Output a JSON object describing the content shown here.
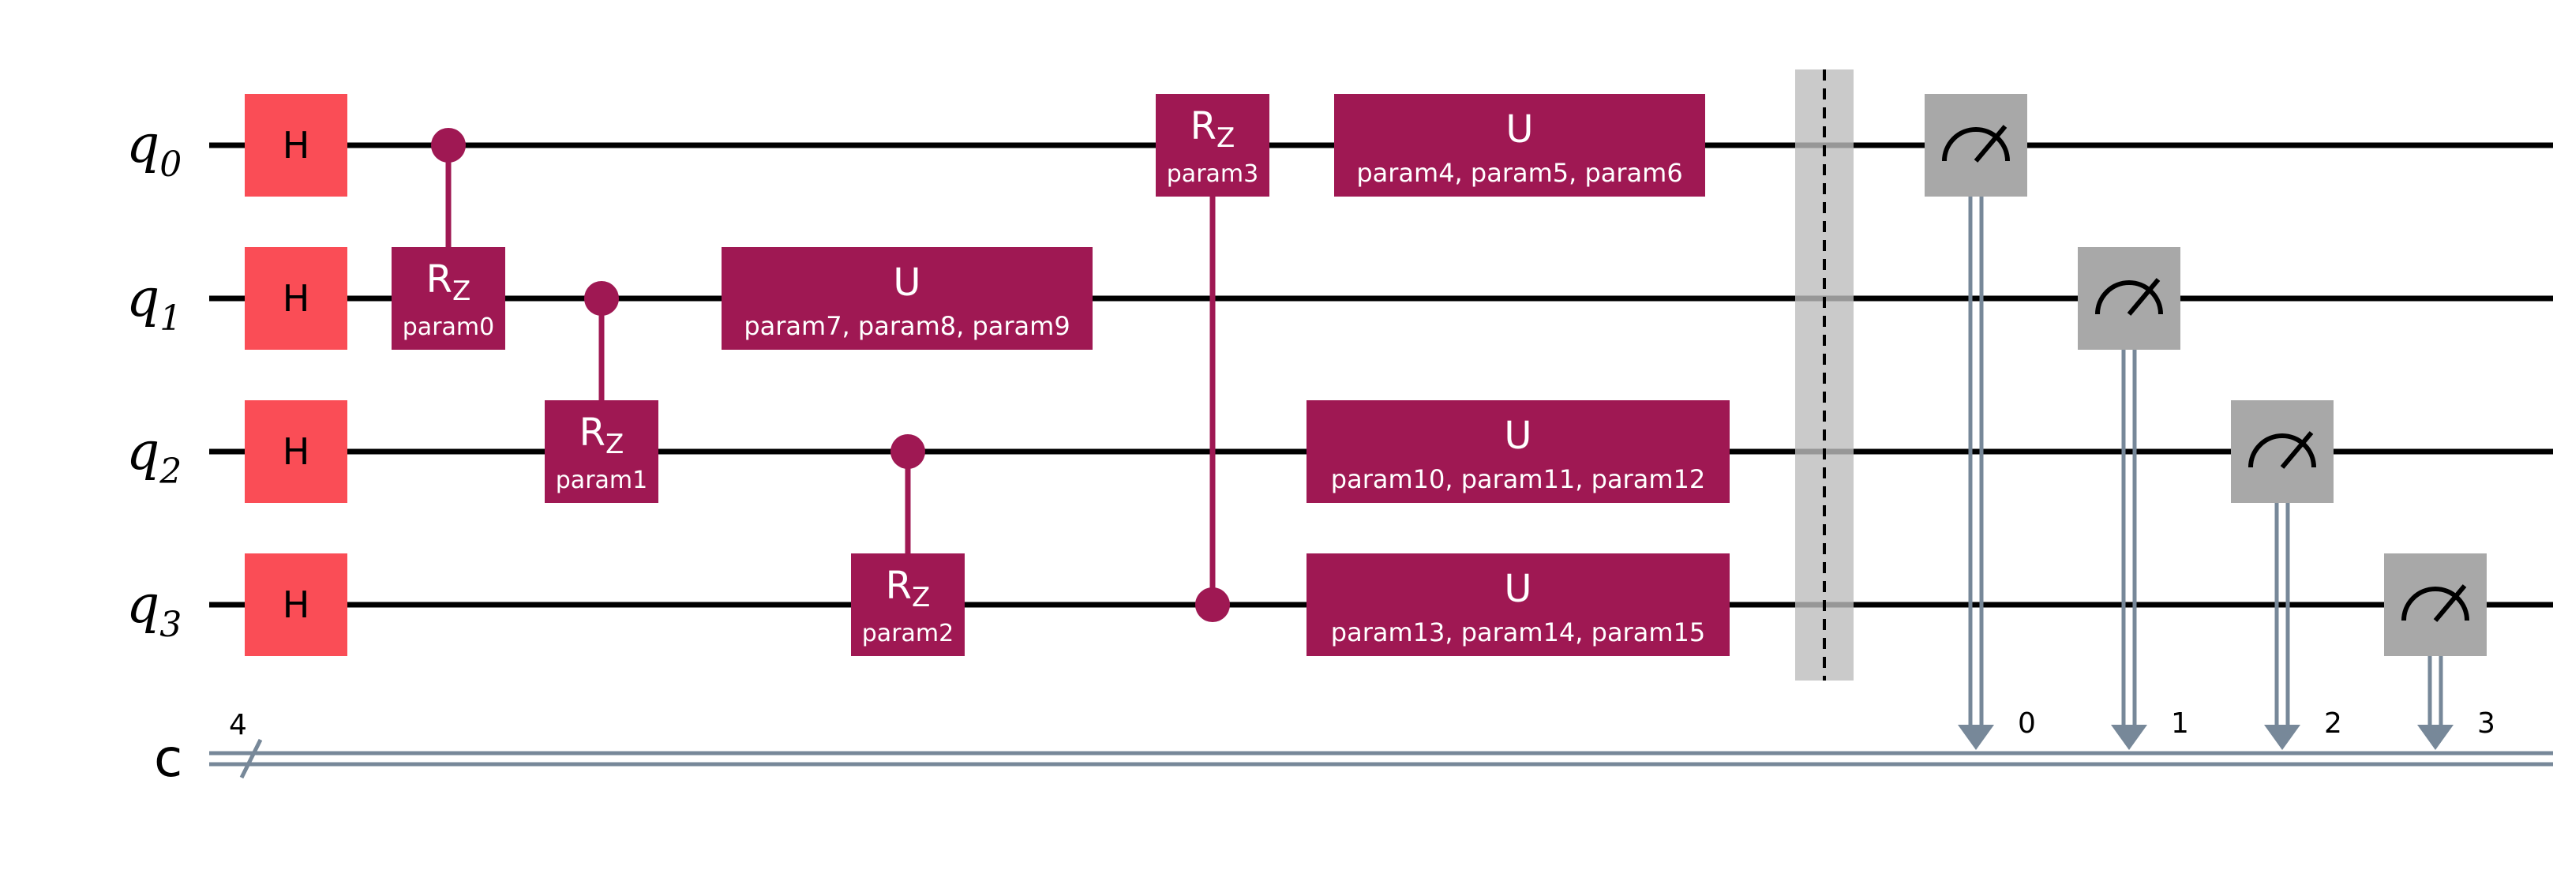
{
  "colors": {
    "wire": "#000000",
    "hadamard": "#fa4d56",
    "param_gate": "#9f1853",
    "measure": "#a8a8a8",
    "classical": "#778899",
    "barrier": "#bdbdbd"
  },
  "qubits": [
    {
      "name": "q",
      "index": "0"
    },
    {
      "name": "q",
      "index": "1"
    },
    {
      "name": "q",
      "index": "2"
    },
    {
      "name": "q",
      "index": "3"
    }
  ],
  "classical_register": {
    "name": "c",
    "size": "4"
  },
  "hadamard_label": "H",
  "crz_gates": [
    {
      "label": "R",
      "sub": "Z",
      "param": "param0",
      "control": 0,
      "target": 1
    },
    {
      "label": "R",
      "sub": "Z",
      "param": "param1",
      "control": 1,
      "target": 2
    },
    {
      "label": "R",
      "sub": "Z",
      "param": "param2",
      "control": 2,
      "target": 3
    },
    {
      "label": "R",
      "sub": "Z",
      "param": "param3",
      "control": 3,
      "target": 0
    }
  ],
  "u_gates": [
    {
      "label": "U",
      "params": "param7, param8, param9",
      "qubit": 1
    },
    {
      "label": "U",
      "params": "param4, param5, param6",
      "qubit": 0
    },
    {
      "label": "U",
      "params": "param10, param11, param12",
      "qubit": 2
    },
    {
      "label": "U",
      "params": "param13, param14, param15",
      "qubit": 3
    }
  ],
  "measurements": [
    {
      "qubit": 0,
      "clbit": "0"
    },
    {
      "qubit": 1,
      "clbit": "1"
    },
    {
      "qubit": 2,
      "clbit": "2"
    },
    {
      "qubit": 3,
      "clbit": "3"
    }
  ]
}
